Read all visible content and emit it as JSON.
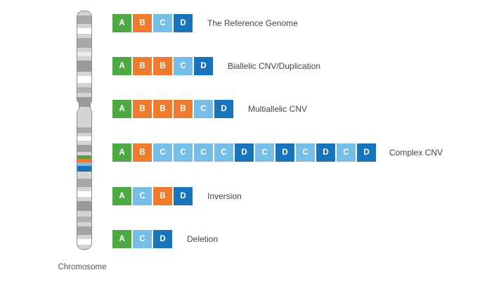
{
  "colors": {
    "A": "#4ea944",
    "B": "#ef7b2e",
    "C": "#76bde8",
    "D": "#1a74bb"
  },
  "chromosome_label": "Chromosome",
  "chromosome_highlight_colors": [
    "#4ea944",
    "#ef7b2e",
    "#76bde8",
    "#1a74bb"
  ],
  "rows": [
    {
      "label": "The Reference Genome",
      "segments": [
        "A",
        "B",
        "C",
        "D"
      ]
    },
    {
      "label": "Biallelic CNV/Duplication",
      "segments": [
        "A",
        "B",
        "B",
        "C",
        "D"
      ]
    },
    {
      "label": "Multiallelic CNV",
      "segments": [
        "A",
        "B",
        "B",
        "B",
        "C",
        "D"
      ]
    },
    {
      "label": "Complex CNV",
      "segments": [
        "A",
        "B",
        "C",
        "C",
        "C",
        "C",
        "D",
        "C",
        "D",
        "C",
        "D",
        "C",
        "D"
      ]
    },
    {
      "label": "Inversion",
      "segments": [
        "A",
        "C",
        "B",
        "D"
      ]
    },
    {
      "label": "Deletion",
      "segments": [
        "A",
        "C",
        "D"
      ]
    }
  ]
}
